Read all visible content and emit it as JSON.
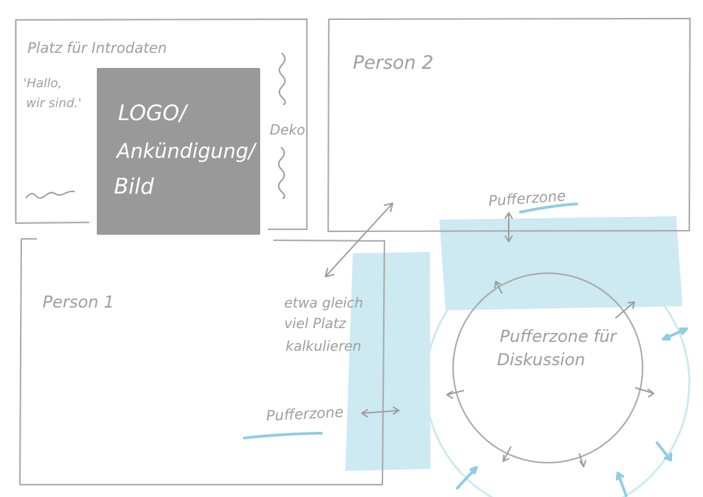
{
  "intro": {
    "heading": "Platz für Introdaten",
    "greeting_line1": "'Hallo,",
    "greeting_line2": "wir sind.'",
    "deko": "Deko"
  },
  "logo": {
    "line1": "LOGO/",
    "line2": "Ankündigung/",
    "line3": "Bild"
  },
  "person1": "Person 1",
  "person2": "Person 2",
  "note": {
    "line1": "etwa gleich",
    "line2": "viel Platz",
    "line3": "kalkulieren"
  },
  "puffer_top": "Pufferzone",
  "puffer_left": "Pufferzone",
  "discussion": {
    "line1": "Pufferzone für",
    "line2": "Diskussion"
  },
  "colors": {
    "buffer_zone": "#cde9f2",
    "sketch": "#9e9e9e",
    "logo_box": "#999999",
    "accent": "#8ecde3"
  }
}
